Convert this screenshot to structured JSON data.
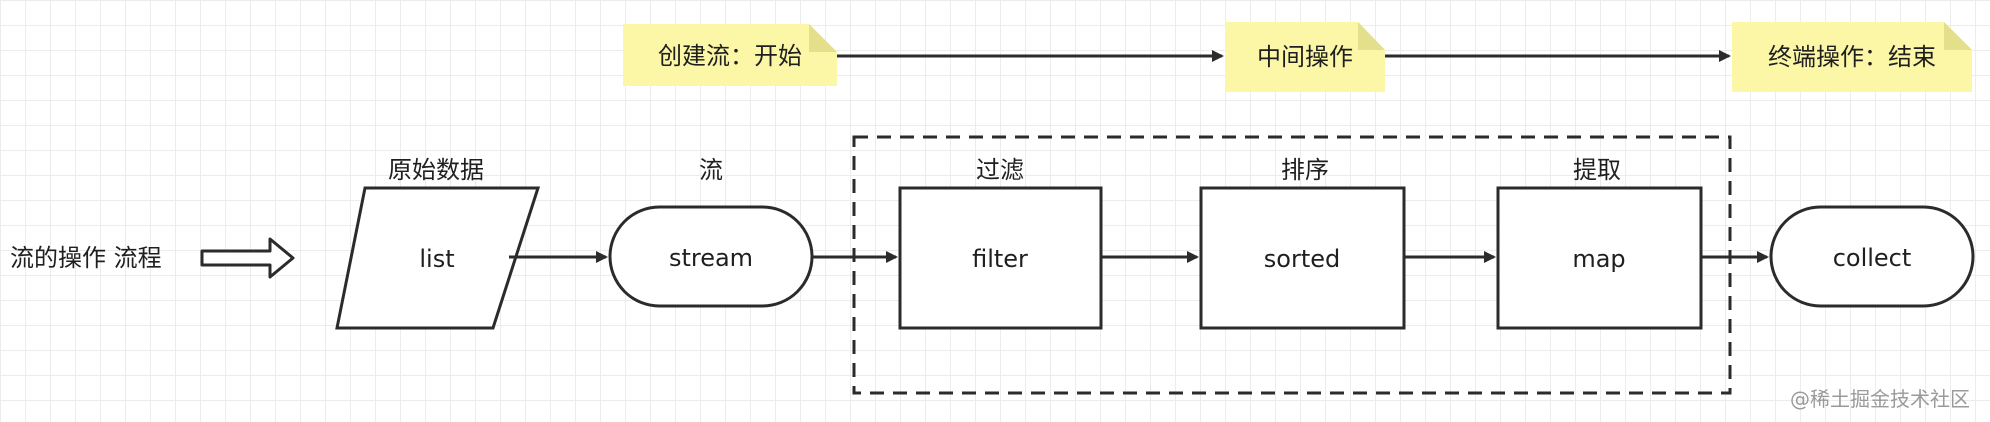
{
  "left_label": "流的操作 流程",
  "notes": {
    "create": "创建流：开始",
    "middle": "中间操作",
    "terminal": "终端操作：结束"
  },
  "headers": {
    "source": "原始数据",
    "stream": "流",
    "filter": "过滤",
    "sorted": "排序",
    "map": "提取"
  },
  "nodes": {
    "list": "list",
    "stream": "stream",
    "filter": "filter",
    "sorted": "sorted",
    "map": "map",
    "collect": "collect"
  },
  "watermark": "@稀土掘金技术社区",
  "colors": {
    "note_fill": "#fbf7a6",
    "stroke": "#2b2b2b",
    "grid": "#ececec"
  }
}
